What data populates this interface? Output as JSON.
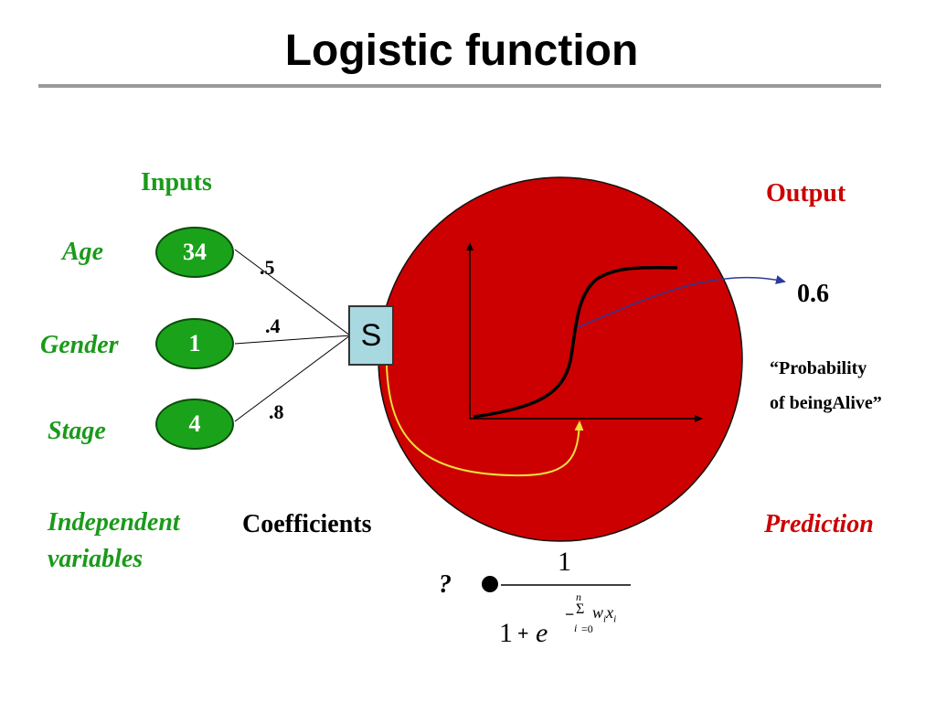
{
  "title": "Logistic function",
  "labels": {
    "inputs": "Inputs",
    "output": "Output",
    "independent_line1": "Independent",
    "independent_line2": "variables",
    "coefficients": "Coefficients",
    "prediction": "Prediction",
    "output_value": "0.6",
    "probability_line1": "“Probability",
    "probability_line2": "of beingAlive”"
  },
  "inputs": [
    {
      "name": "Age",
      "value": "34",
      "coefficient": ".5"
    },
    {
      "name": "Gender",
      "value": "1",
      "coefficient": ".4"
    },
    {
      "name": "Stage",
      "value": "4",
      "coefficient": ".8"
    }
  ],
  "sum_node": "S",
  "equation": {
    "lhs": "?",
    "numerator": "1",
    "denominator_prefix": "1",
    "denominator_base": "e",
    "sum_upper": "n",
    "sum_term": "w",
    "sum_sub": "i",
    "sum_var": "x",
    "sum_lower": "i"
  },
  "colors": {
    "green": "#1a9a1a",
    "red_text": "#cc0000",
    "circle_fill": "#cc0000",
    "node_fill": "#1aa31a",
    "sum_fill": "#a8d8e0",
    "arrow_blue": "#2b3a9a",
    "arrow_yellow": "#f0e040"
  }
}
